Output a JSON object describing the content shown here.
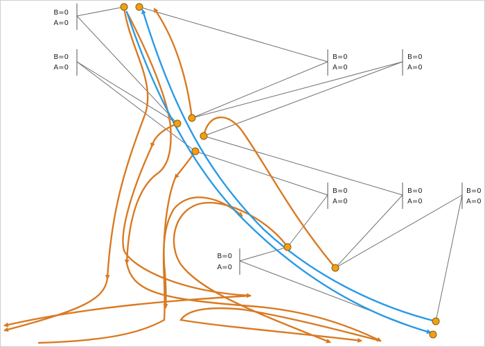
{
  "colors": {
    "orange_path": "#d97a22",
    "blue_path": "#2a9ae6",
    "node_fill": "#f0a012",
    "node_stroke": "#8a5a10",
    "connector": "#707070",
    "label_bar": "#555555"
  },
  "labels": [
    {
      "id": "l1",
      "line1": "B=0",
      "line2": "A=0"
    },
    {
      "id": "l2",
      "line1": "B=0",
      "line2": "A=0"
    },
    {
      "id": "l3",
      "line1": "B=0",
      "line2": "A=0"
    },
    {
      "id": "l4",
      "line1": "B=0",
      "line2": "A=0"
    },
    {
      "id": "l5",
      "line1": "B=0",
      "line2": "A=0"
    },
    {
      "id": "l6",
      "line1": "B=0",
      "line2": "A=0"
    },
    {
      "id": "l7",
      "line1": "B=0",
      "line2": "A=0"
    },
    {
      "id": "l8",
      "line1": "B=0",
      "line2": "A=0"
    }
  ]
}
